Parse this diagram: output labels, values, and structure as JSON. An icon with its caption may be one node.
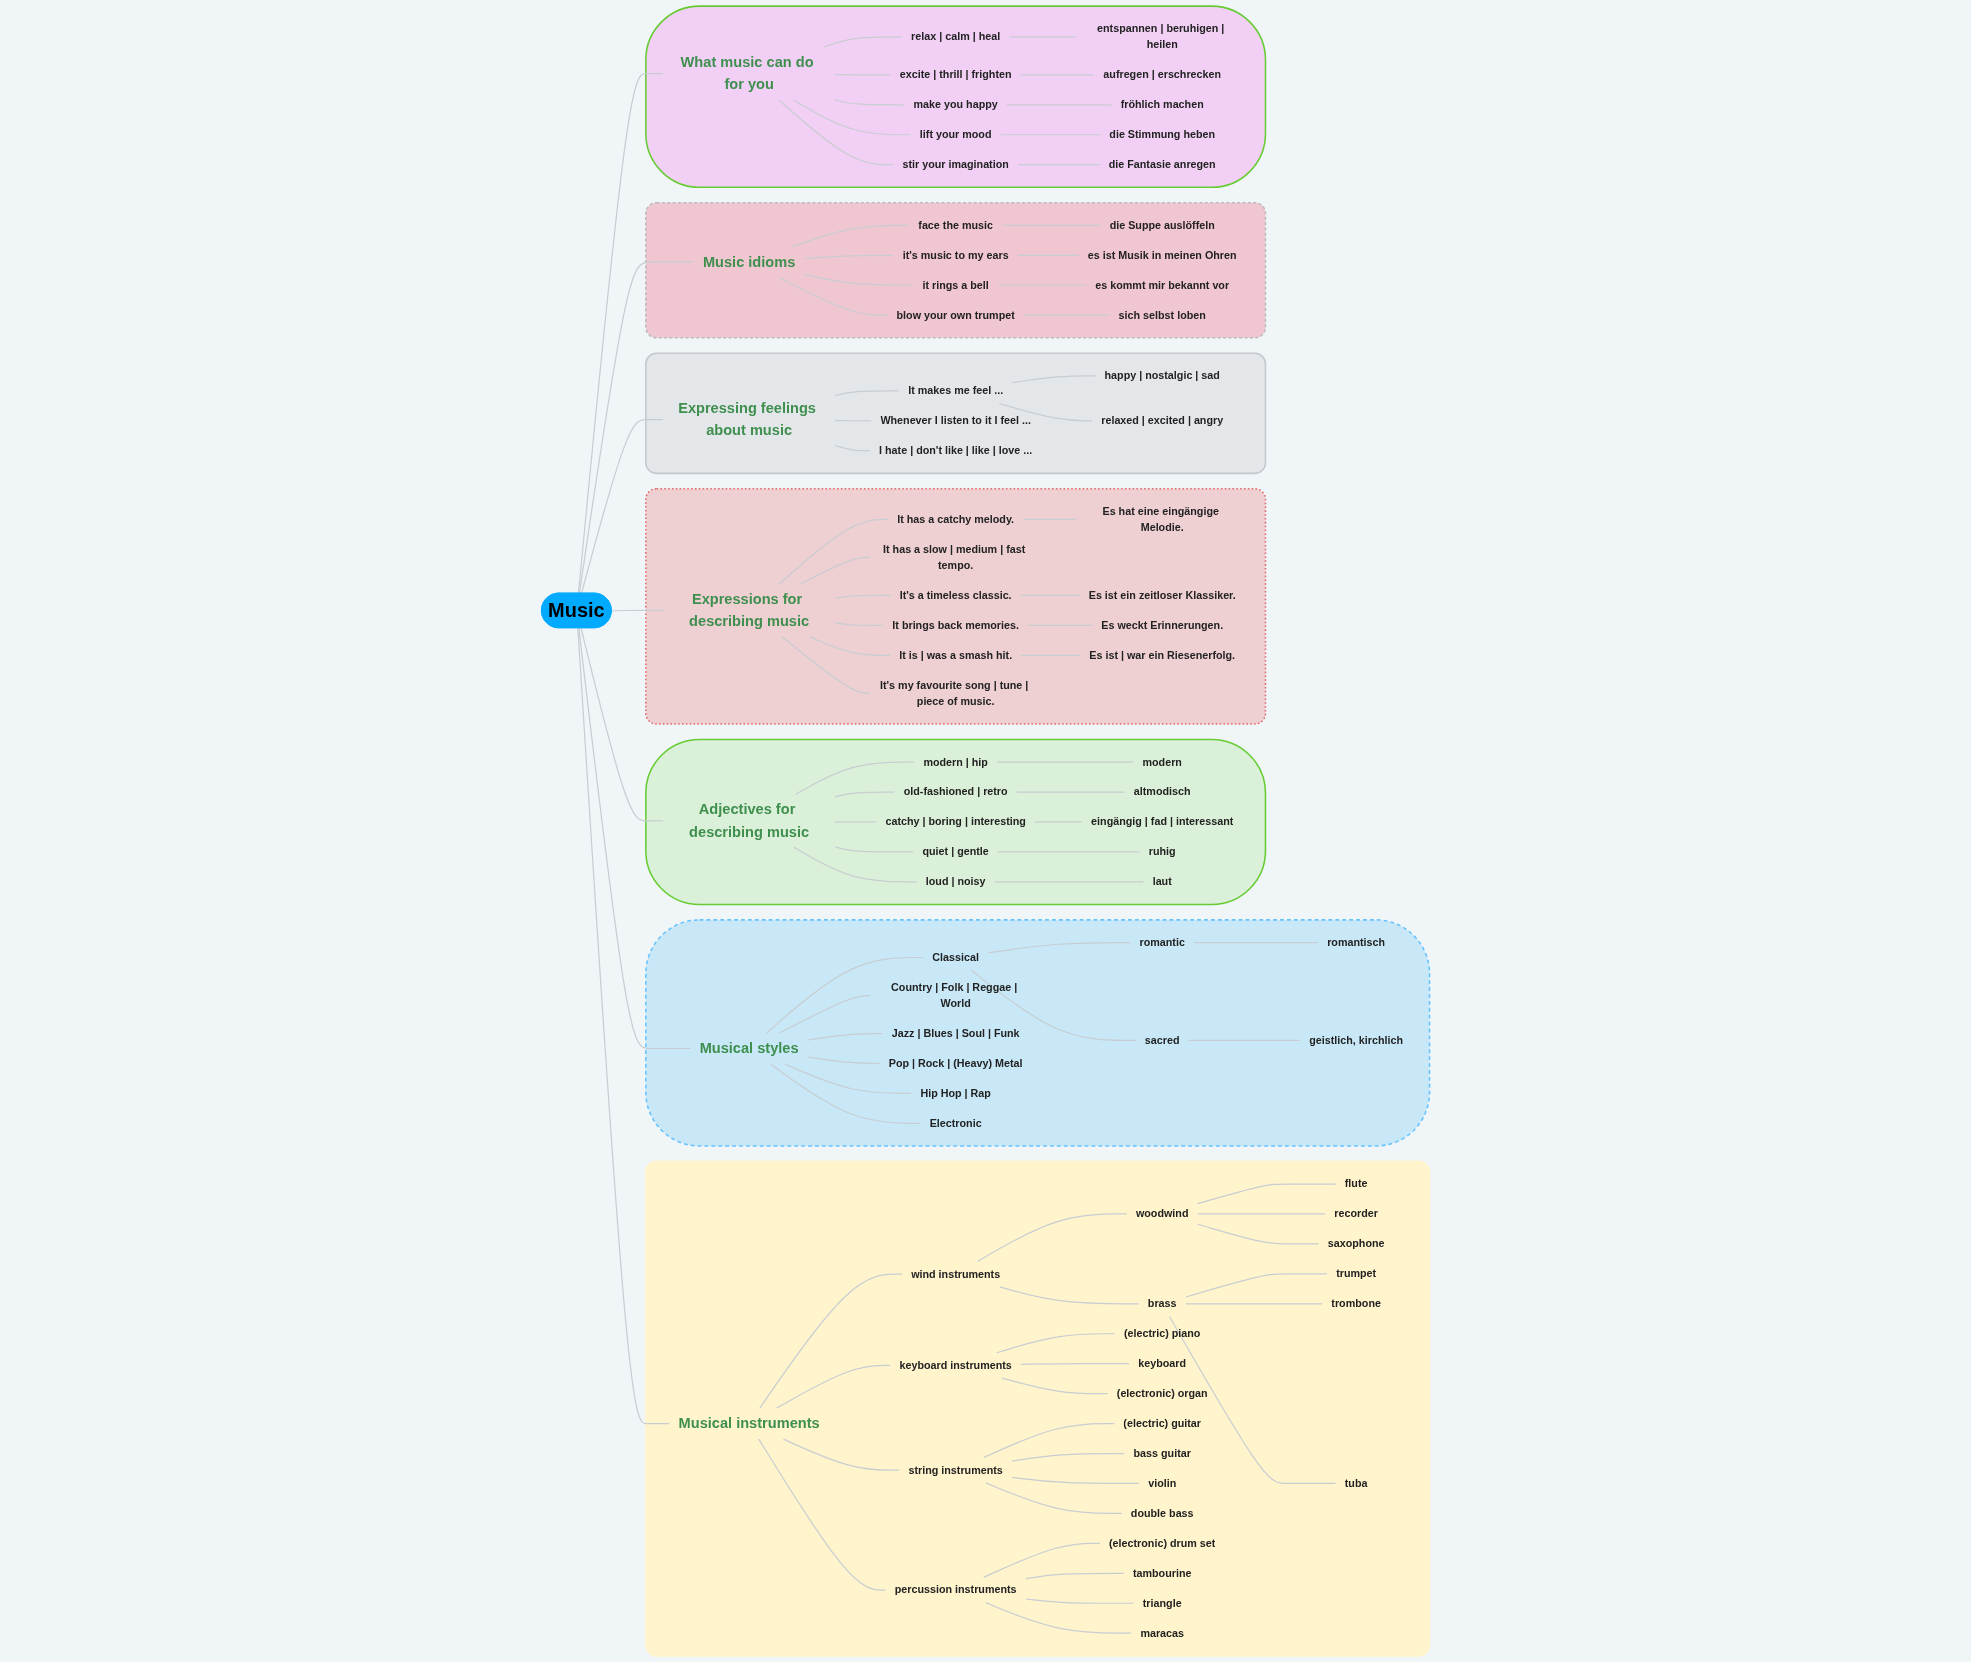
{
  "diagram": {
    "nodes": [
      {
        "text": [
          "Music"
        ]
      },
      {
        "text": [],
        "shape": "box"
      },
      {
        "text": [
          "Musical instruments"
        ],
        "in": 1
      },
      {
        "text": [
          "wind instruments"
        ],
        "in": 1
      },
      {
        "text": [
          "woodwind"
        ],
        "in": 1
      },
      {
        "text": [
          "flute"
        ],
        "in": 1
      },
      {
        "text": [
          "recorder"
        ],
        "in": 1
      },
      {
        "text": [
          "saxophone"
        ],
        "in": 1
      },
      {
        "text": [
          "brass"
        ],
        "in": 1
      },
      {
        "text": [
          "trumpet"
        ],
        "in": 1
      },
      {
        "text": [
          "trombone"
        ],
        "in": 1
      },
      {
        "text": [
          "tuba"
        ],
        "in": 1
      },
      {
        "text": [
          "keyboard instruments"
        ],
        "in": 1
      },
      {
        "text": [
          "(electric) piano"
        ],
        "in": 1
      },
      {
        "text": [
          "keyboard"
        ],
        "in": 1
      },
      {
        "text": [
          "(electronic) organ"
        ],
        "in": 1
      },
      {
        "text": [
          "string instruments"
        ],
        "in": 1
      },
      {
        "text": [
          "(electric) guitar"
        ],
        "in": 1
      },
      {
        "text": [
          "bass guitar"
        ],
        "in": 1
      },
      {
        "text": [
          "violin"
        ],
        "in": 1
      },
      {
        "text": [
          "double bass"
        ],
        "in": 1
      },
      {
        "text": [
          "percussion instruments"
        ],
        "in": 1
      },
      {
        "text": [
          "(electronic) drum set"
        ],
        "in": 1
      },
      {
        "text": [
          "tambourine"
        ],
        "in": 1
      },
      {
        "text": [
          "triangle"
        ],
        "in": 1
      },
      {
        "text": [
          "maracas"
        ],
        "in": 1
      },
      {
        "text": [],
        "shape": "cloud"
      },
      {
        "text": [
          "Musical styles"
        ],
        "in": 26
      },
      {
        "text": [
          "Classical"
        ],
        "in": 26
      },
      {
        "text": [
          "romantic"
        ],
        "in": 26
      },
      {
        "text": [
          "romantisch"
        ],
        "in": 26
      },
      {
        "text": [
          "sacred"
        ],
        "in": 26
      },
      {
        "text": [
          "geistlich, kirchlich"
        ],
        "in": 26
      },
      {
        "text": [
          "Country | Folk | Reggae | World"
        ],
        "in": 26
      },
      {
        "text": [
          "Jazz | Blues | Soul | Funk"
        ],
        "in": 26
      },
      {
        "text": [
          "Pop | Rock | (Heavy) Metal"
        ],
        "in": 26
      },
      {
        "text": [
          "Hip Hop | Rap"
        ],
        "in": 26
      },
      {
        "text": [
          "Electronic"
        ],
        "in": 26
      },
      {
        "text": [],
        "shape": "cloud"
      },
      {
        "text": [
          "Adjectives for describing music"
        ],
        "in": 38
      },
      {
        "text": [
          "modern | hip"
        ],
        "in": 38
      },
      {
        "text": [
          "modern"
        ],
        "in": 38
      },
      {
        "text": [
          "old-fashioned | retro"
        ],
        "in": 38
      },
      {
        "text": [
          "altmodisch"
        ],
        "in": 38
      },
      {
        "text": [
          "catchy | boring | interesting"
        ],
        "in": 38
      },
      {
        "text": [
          "eingängig | fad | interessant"
        ],
        "in": 38
      },
      {
        "text": [
          "quiet | gentle"
        ],
        "in": 38
      },
      {
        "text": [
          "ruhig"
        ],
        "in": 38
      },
      {
        "text": [
          "loud | noisy"
        ],
        "in": 38
      },
      {
        "text": [
          "laut"
        ],
        "in": 38
      },
      {
        "text": [],
        "shape": "box"
      },
      {
        "text": [
          "Expressions for describing music"
        ],
        "in": 50
      },
      {
        "text": [
          "It has a catchy melody."
        ],
        "in": 50
      },
      {
        "text": [
          "Es hat eine eingängige Melodie."
        ],
        "in": 50
      },
      {
        "text": [
          "It has a slow | medium | fast tempo."
        ],
        "in": 50
      },
      {
        "text": [
          "It's a timeless classic."
        ],
        "in": 50
      },
      {
        "text": [
          "Es ist ein zeitloser Klassiker."
        ],
        "in": 50
      },
      {
        "text": [
          "It brings back memories."
        ],
        "in": 50
      },
      {
        "text": [
          "Es weckt Erinnerungen."
        ],
        "in": 50
      },
      {
        "text": [
          "It is | was a smash hit."
        ],
        "in": 50
      },
      {
        "text": [
          "Es ist | war ein Riesenerfolg."
        ],
        "in": 50
      },
      {
        "text": [
          "It's my favourite song | tune | piece of music."
        ],
        "in": 50
      },
      {
        "text": [],
        "shape": "box"
      },
      {
        "text": [
          "Expressing feelings about music"
        ],
        "in": 62
      },
      {
        "text": [
          "It makes me feel ..."
        ],
        "in": 62
      },
      {
        "text": [
          "happy | nostalgic | sad"
        ],
        "in": 62
      },
      {
        "text": [
          "relaxed | excited | angry"
        ],
        "in": 62
      },
      {
        "text": [
          "Whenever I listen to it I feel ..."
        ],
        "in": 62
      },
      {
        "text": [
          "I hate | don't like | like | love ..."
        ],
        "in": 62
      },
      {
        "text": [],
        "shape": "box"
      },
      {
        "text": [
          "Music idioms"
        ],
        "in": 69
      },
      {
        "text": [
          "face the music"
        ],
        "in": 69
      },
      {
        "text": [
          "die Suppe auslöffeln"
        ],
        "in": 69
      },
      {
        "text": [
          "it's music to my ears"
        ],
        "in": 69
      },
      {
        "text": [
          "es ist Musik in meinen Ohren"
        ],
        "in": 69
      },
      {
        "text": [
          "it rings a bell"
        ],
        "in": 69
      },
      {
        "text": [
          "es kommt mir bekannt vor"
        ],
        "in": 69
      },
      {
        "text": [
          "blow your own trumpet"
        ],
        "in": 69
      },
      {
        "text": [
          "sich selbst loben"
        ],
        "in": 69
      },
      {
        "text": [],
        "shape": "cloud"
      },
      {
        "text": [
          "What music can do for you"
        ],
        "in": 79
      },
      {
        "text": [
          "relax | calm | heal"
        ],
        "in": 79
      },
      {
        "text": [
          "entspannen | beruhigen | heilen"
        ],
        "in": 79
      },
      {
        "text": [
          "excite | thrill | frighten"
        ],
        "in": 79
      },
      {
        "text": [
          "aufregen | erschrecken"
        ],
        "in": 79
      },
      {
        "text": [
          "make you happy"
        ],
        "in": 79
      },
      {
        "text": [
          "fröhlich machen"
        ],
        "in": 79
      },
      {
        "text": [
          "lift your mood"
        ],
        "in": 79
      },
      {
        "text": [
          "die Stimmung heben"
        ],
        "in": 79
      },
      {
        "text": [
          "stir your imagination"
        ],
        "in": 79
      },
      {
        "text": [
          "die Fantasie anregen"
        ],
        "in": 79
      }
    ],
    "edges": [
      {
        "from": 0,
        "to": 2,
        "arrow": "none"
      },
      {
        "from": 2,
        "to": 3,
        "arrow": "none"
      },
      {
        "from": 3,
        "to": 4,
        "arrow": "none"
      },
      {
        "from": 4,
        "to": 5,
        "arrow": "none"
      },
      {
        "from": 4,
        "to": 6,
        "arrow": "none"
      },
      {
        "from": 4,
        "to": 7,
        "arrow": "none"
      },
      {
        "from": 3,
        "to": 8,
        "arrow": "none"
      },
      {
        "from": 8,
        "to": 9,
        "arrow": "none"
      },
      {
        "from": 8,
        "to": 10,
        "arrow": "none"
      },
      {
        "from": 8,
        "to": 11,
        "arrow": "none"
      },
      {
        "from": 2,
        "to": 12,
        "arrow": "none"
      },
      {
        "from": 12,
        "to": 13,
        "arrow": "none"
      },
      {
        "from": 12,
        "to": 14,
        "arrow": "none"
      },
      {
        "from": 12,
        "to": 15,
        "arrow": "none"
      },
      {
        "from": 2,
        "to": 16,
        "arrow": "none"
      },
      {
        "from": 16,
        "to": 17,
        "arrow": "none"
      },
      {
        "from": 16,
        "to": 18,
        "arrow": "none"
      },
      {
        "from": 16,
        "to": 19,
        "arrow": "none"
      },
      {
        "from": 16,
        "to": 20,
        "arrow": "none"
      },
      {
        "from": 2,
        "to": 21,
        "arrow": "none"
      },
      {
        "from": 21,
        "to": 22,
        "arrow": "none"
      },
      {
        "from": 21,
        "to": 23,
        "arrow": "none"
      },
      {
        "from": 21,
        "to": 24,
        "arrow": "none"
      },
      {
        "from": 21,
        "to": 25,
        "arrow": "none"
      },
      {
        "from": 0,
        "to": 27,
        "arrow": "none"
      },
      {
        "from": 27,
        "to": 28,
        "arrow": "none"
      },
      {
        "from": 28,
        "to": 29,
        "arrow": "none"
      },
      {
        "from": 29,
        "to": 30,
        "arrow": "none"
      },
      {
        "from": 28,
        "to": 31,
        "arrow": "none"
      },
      {
        "from": 31,
        "to": 32,
        "arrow": "none"
      },
      {
        "from": 27,
        "to": 33,
        "arrow": "none"
      },
      {
        "from": 27,
        "to": 34,
        "arrow": "none"
      },
      {
        "from": 27,
        "to": 35,
        "arrow": "none"
      },
      {
        "from": 27,
        "to": 36,
        "arrow": "none"
      },
      {
        "from": 27,
        "to": 37,
        "arrow": "none"
      },
      {
        "from": 0,
        "to": 39,
        "arrow": "none"
      },
      {
        "from": 39,
        "to": 40,
        "arrow": "none"
      },
      {
        "from": 40,
        "to": 41,
        "arrow": "none"
      },
      {
        "from": 39,
        "to": 42,
        "arrow": "none"
      },
      {
        "from": 42,
        "to": 43,
        "arrow": "none"
      },
      {
        "from": 39,
        "to": 44,
        "arrow": "none"
      },
      {
        "from": 44,
        "to": 45,
        "arrow": "none"
      },
      {
        "from": 39,
        "to": 46,
        "arrow": "none"
      },
      {
        "from": 46,
        "to": 47,
        "arrow": "none"
      },
      {
        "from": 39,
        "to": 48,
        "arrow": "none"
      },
      {
        "from": 48,
        "to": 49,
        "arrow": "none"
      },
      {
        "from": 0,
        "to": 51,
        "arrow": "none"
      },
      {
        "from": 51,
        "to": 52,
        "arrow": "none"
      },
      {
        "from": 52,
        "to": 53,
        "arrow": "none"
      },
      {
        "from": 51,
        "to": 54,
        "arrow": "none"
      },
      {
        "from": 51,
        "to": 55,
        "arrow": "none"
      },
      {
        "from": 55,
        "to": 56,
        "arrow": "none"
      },
      {
        "from": 51,
        "to": 57,
        "arrow": "none"
      },
      {
        "from": 57,
        "to": 58,
        "arrow": "none"
      },
      {
        "from": 51,
        "to": 59,
        "arrow": "none"
      },
      {
        "from": 59,
        "to": 60,
        "arrow": "none"
      },
      {
        "from": 51,
        "to": 61,
        "arrow": "none"
      },
      {
        "from": 0,
        "to": 63,
        "arrow": "none"
      },
      {
        "from": 63,
        "to": 64,
        "arrow": "none"
      },
      {
        "from": 64,
        "to": 65,
        "arrow": "none"
      },
      {
        "from": 64,
        "to": 66,
        "arrow": "none"
      },
      {
        "from": 63,
        "to": 67,
        "arrow": "none"
      },
      {
        "from": 63,
        "to": 68,
        "arrow": "none"
      },
      {
        "from": 0,
        "to": 70,
        "arrow": "none"
      },
      {
        "from": 70,
        "to": 71,
        "arrow": "none"
      },
      {
        "from": 71,
        "to": 72,
        "arrow": "none"
      },
      {
        "from": 70,
        "to": 73,
        "arrow": "none"
      },
      {
        "from": 73,
        "to": 74,
        "arrow": "none"
      },
      {
        "from": 70,
        "to": 75,
        "arrow": "none"
      },
      {
        "from": 75,
        "to": 76,
        "arrow": "none"
      },
      {
        "from": 70,
        "to": 77,
        "arrow": "none"
      },
      {
        "from": 77,
        "to": 78,
        "arrow": "none"
      },
      {
        "from": 0,
        "to": 80,
        "arrow": "none"
      },
      {
        "from": 80,
        "to": 81,
        "arrow": "none"
      },
      {
        "from": 81,
        "to": 82,
        "arrow": "none"
      },
      {
        "from": 80,
        "to": 83,
        "arrow": "none"
      },
      {
        "from": 83,
        "to": 84,
        "arrow": "none"
      },
      {
        "from": 80,
        "to": 85,
        "arrow": "none"
      },
      {
        "from": 85,
        "to": 86,
        "arrow": "none"
      },
      {
        "from": 80,
        "to": 87,
        "arrow": "none"
      },
      {
        "from": 87,
        "to": 88,
        "arrow": "none"
      },
      {
        "from": 80,
        "to": 89,
        "arrow": "none"
      },
      {
        "from": 89,
        "to": 90,
        "arrow": "none"
      }
    ]
  }
}
